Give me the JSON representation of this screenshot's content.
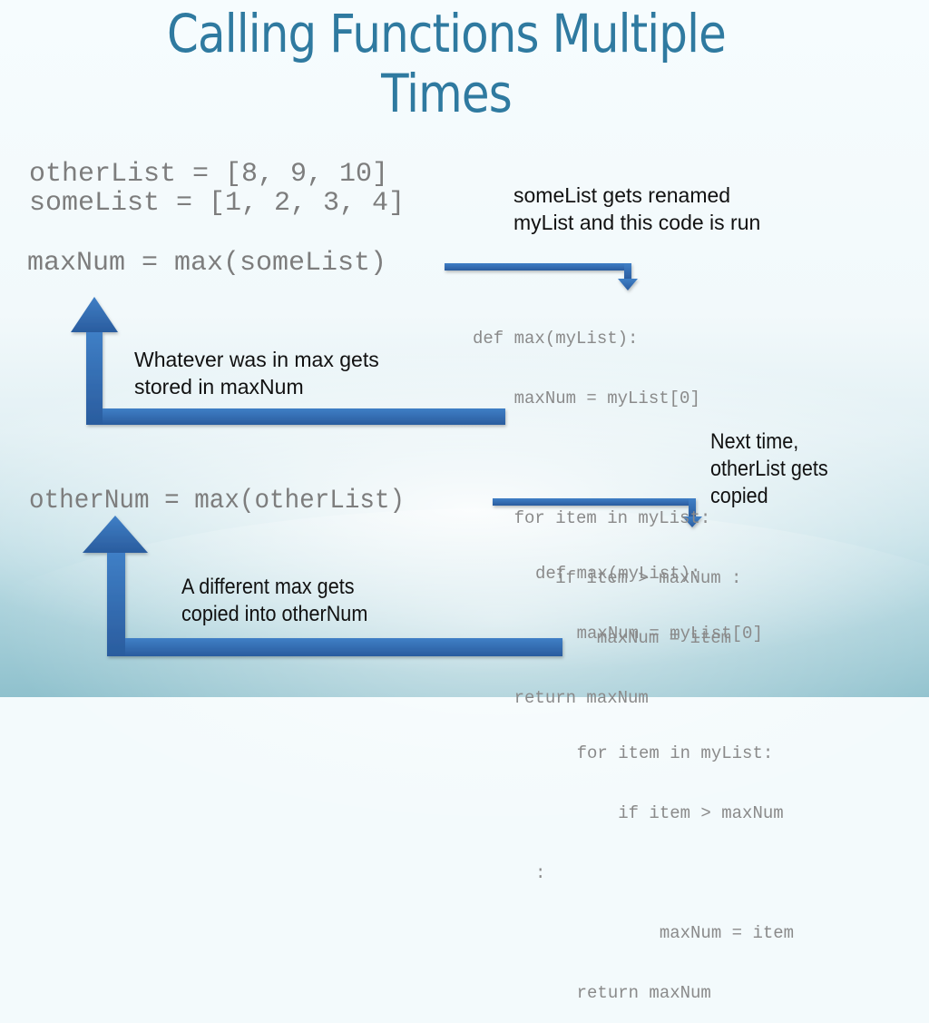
{
  "slide": {
    "title_line1": "Calling Functions Multiple",
    "title_line2": "Times",
    "code": {
      "other_list_assign": "otherList = [8, 9, 10]",
      "some_list_assign": "someList = [1, 2, 3, 4]",
      "max_num_call": "maxNum = max(someList)",
      "other_num_call": "otherNum = max(otherList)"
    },
    "function_copy_1": {
      "lines": [
        "def max(myList):",
        "    maxNum = myList[0]",
        "",
        "    for item in myList:",
        "        if item > maxNum :",
        "            maxNum = item",
        "    return maxNum"
      ]
    },
    "function_copy_2": {
      "lines": [
        "def max(myList):",
        "    maxNum = myList[0]",
        "",
        "    for item in myList:",
        "        if item > maxNum",
        ":",
        "            maxNum = item",
        "    return maxNum"
      ]
    },
    "notes": {
      "renamed_line1": "someList gets renamed",
      "renamed_line2": "myList and this code is run",
      "stored_line1": "Whatever was in max gets",
      "stored_line2": "stored in maxNum",
      "next_line1": "Next time,",
      "next_line2": "otherList gets",
      "next_line3": "copied",
      "different_line1": "A different max gets",
      "different_line2": "copied into otherNum"
    },
    "colors": {
      "title": "#2f7aa0",
      "arrow": "#2e64a8",
      "code": "#7d7d7d",
      "note": "#111111"
    }
  }
}
